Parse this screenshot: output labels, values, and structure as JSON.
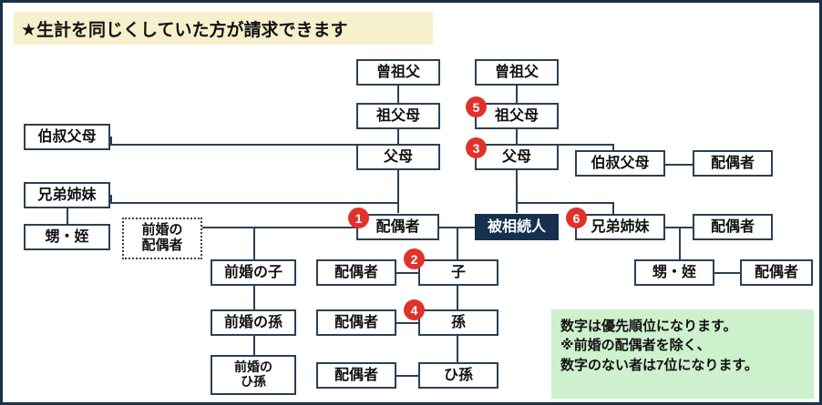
{
  "banner": {
    "text": "★生計を同じくしていた方が請求できます"
  },
  "colors": {
    "banner_bg": "#f7f0cd",
    "legend_bg": "#cdf0cd",
    "box_border": "#2b4054",
    "decedent_bg": "#16304d",
    "badge_bg": "#e0322b",
    "frame": "#1b3049"
  },
  "nodes": {
    "great_grandfather_left": "曾祖父",
    "grandparents_left": "祖父母",
    "parents_left": "父母",
    "great_grandfather_right": "曾祖父",
    "grandparents_right": "祖父母",
    "parents_right": "父母",
    "uncle_aunt_left": "伯叔父母",
    "uncle_aunt_right": "伯叔父母",
    "uncle_aunt_right_spouse": "配偶者",
    "siblings_left": "兄弟姉妹",
    "nephew_niece_left": "甥・姪",
    "siblings_right": "兄弟姉妹",
    "siblings_right_spouse": "配偶者",
    "nephew_niece_right": "甥・姪",
    "nephew_niece_right_spouse": "配偶者",
    "spouse_main": "配偶者",
    "decedent": "被相続人",
    "former_spouse": "前婚の\n配偶者",
    "former_spouse_l1": "前婚の",
    "former_spouse_l2": "配偶者",
    "former_child": "前婚の子",
    "former_grandchild": "前婚の孫",
    "former_greatgrandchild_l1": "前婚の",
    "former_greatgrandchild_l2": "ひ孫",
    "child": "子",
    "child_spouse": "配偶者",
    "grandchild": "孫",
    "grandchild_spouse": "配偶者",
    "greatgrandchild": "ひ孫",
    "greatgrandchild_spouse": "配偶者"
  },
  "badges": {
    "spouse": "1",
    "child": "2",
    "parents": "3",
    "grandchild": "4",
    "grandparents": "5",
    "siblings": "6"
  },
  "legend": {
    "line1": "数字は優先順位になります。",
    "line2": "※前婚の配偶者を除く、",
    "line3": "数字のない者は7位になります。"
  }
}
